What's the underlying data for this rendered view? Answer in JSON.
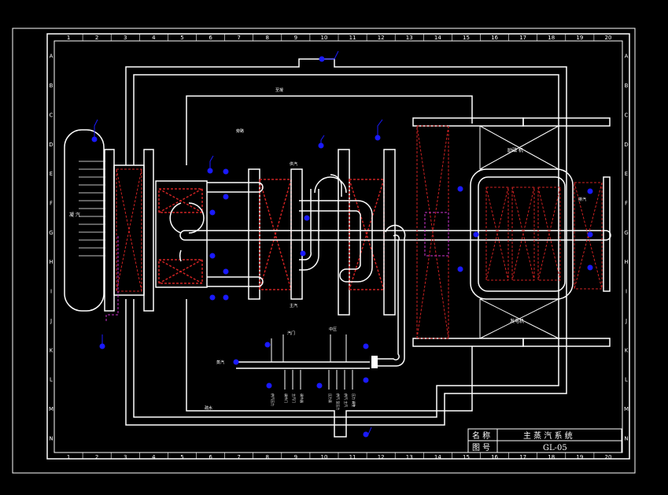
{
  "colors": {
    "background": "#000000",
    "line": "#ffffff",
    "valve": "#1a1aff",
    "casing_hatch": "#cc2222",
    "annotation": "#cc33cc"
  },
  "drawing": {
    "title_label": "名 称",
    "title_value": "主 蒸 汽 系 统",
    "number_label": "图 号",
    "number_value": "GL-05"
  },
  "grid": {
    "columns": [
      "1",
      "2",
      "3",
      "4",
      "5",
      "6",
      "7",
      "8",
      "9",
      "10",
      "11",
      "12",
      "13",
      "14",
      "15",
      "16",
      "17",
      "18",
      "19",
      "20"
    ],
    "rows": [
      "A",
      "B",
      "C",
      "D",
      "E",
      "F",
      "G",
      "H",
      "I",
      "J",
      "K",
      "L",
      "M",
      "N"
    ]
  },
  "labels": {
    "steam_in": "蒸汽",
    "header_note": "至凝",
    "bottom_note": "疏水",
    "branch_top": "旁路",
    "condenser_left": "凝 汽",
    "pipe_tag_a": "供汽",
    "pipe_tag_b": "主汽",
    "pipe_tag_c": "汽门",
    "pipe_tag_d": "中压",
    "pipe_tag_e": "排汽",
    "gen_top": "励磁 机",
    "gen_bottom": "发电机",
    "inst_1": "供汽压力",
    "inst_2": "调节门",
    "inst_3": "主汽门",
    "inst_4": "调节器",
    "inst_5": "压力表",
    "inst_6": "供汽 至压力",
    "inst_7": "供汽 主汽",
    "inst_8": "压力 调整"
  }
}
